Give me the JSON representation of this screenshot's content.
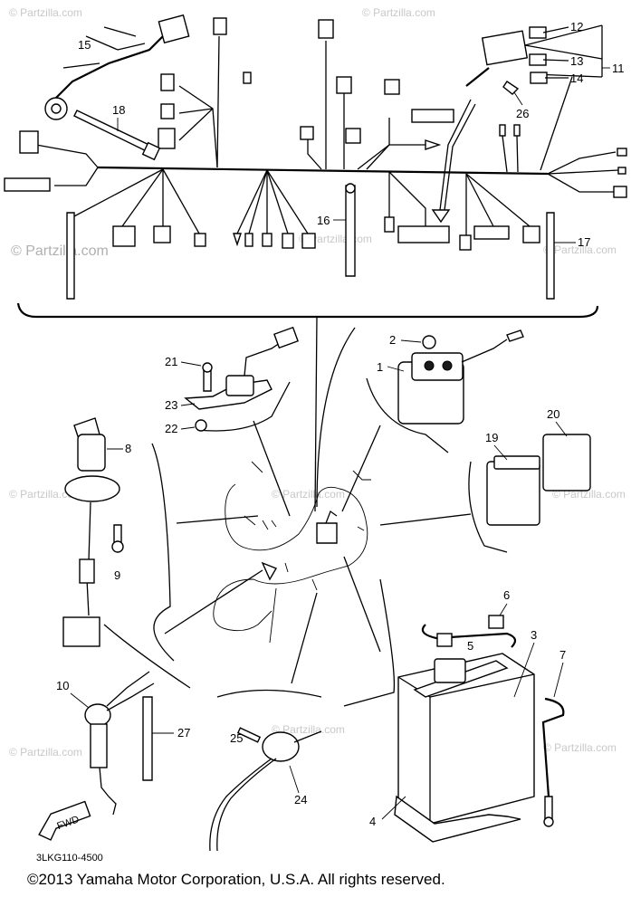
{
  "diagram": {
    "part_code": "3LKG110-4500",
    "fwd_label": "FWD",
    "watermark": "© Partzilla.com",
    "callouts": [
      "1",
      "2",
      "3",
      "4",
      "5",
      "6",
      "7",
      "8",
      "9",
      "10",
      "11",
      "12",
      "13",
      "14",
      "15",
      "16",
      "17",
      "18",
      "19",
      "20",
      "21",
      "22",
      "23",
      "24",
      "25",
      "26",
      "27"
    ]
  },
  "footer": {
    "copyright": "©2013  Yamaha Motor Corporation, U.S.A. All rights reserved."
  }
}
